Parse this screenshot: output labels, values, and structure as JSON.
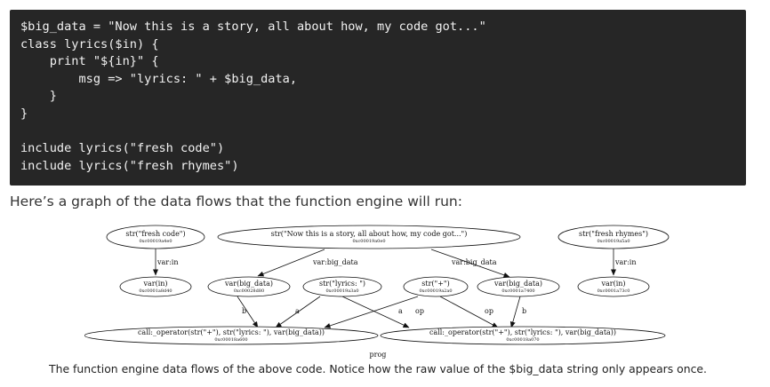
{
  "code": {
    "lines": [
      "$big_data = \"Now this is a story, all about how, my code got...\"",
      "class lyrics($in) {",
      "    print \"${in}\" {",
      "        msg => \"lyrics: \" + $big_data,",
      "    }",
      "}",
      "",
      "include lyrics(\"fresh code\")",
      "include lyrics(\"fresh rhymes\")"
    ]
  },
  "intro_text": "Here’s a graph of the data flows that the function engine will run:",
  "graph": {
    "nodes": {
      "fresh_code": {
        "label": "str(\"fresh code\")",
        "addr": "0xc00019a4e0"
      },
      "story": {
        "label": "str(\"Now this is a story, all about how, my code got...\")",
        "addr": "0xc00019a0e0"
      },
      "fresh_rhymes": {
        "label": "str(\"fresh rhymes\")",
        "addr": "0xc00019a5a0"
      },
      "var_in_left": {
        "label": "var(in)",
        "addr": "0xc0001a8d40"
      },
      "var_big_data_left": {
        "label": "var(big_data)",
        "addr": "0xc00028d80"
      },
      "str_lyrics": {
        "label": "str(\"lyrics: \")",
        "addr": "0xc00019a3a0"
      },
      "str_plus": {
        "label": "str(\"+\")",
        "addr": "0xc00019a2a0"
      },
      "var_big_data_right": {
        "label": "var(big_data)",
        "addr": "0xc0001a7400"
      },
      "var_in_right": {
        "label": "var(in)",
        "addr": "0xc0001a73c0"
      },
      "call_left": {
        "label": "call:_operator(str(\"+\"), str(\"lyrics: \"), var(big_data))",
        "addr": "0xc00018a600"
      },
      "call_right": {
        "label": "call:_operator(str(\"+\"), str(\"lyrics: \"), var(big_data))",
        "addr": "0xc00018a070"
      }
    },
    "edge_labels": {
      "var_in_1": "var:in",
      "var_big_data_1": "var:big_data",
      "var_big_data_2": "var:big_data",
      "var_in_2": "var:in",
      "b_left": "b",
      "a_left": "a",
      "a_right": "a",
      "op_left": "op",
      "op_right": "op",
      "b_right": "b"
    },
    "graph_label": "prog"
  },
  "caption": "The function engine data flows of the above code. Notice how the raw value of the $big_data string only appears once."
}
